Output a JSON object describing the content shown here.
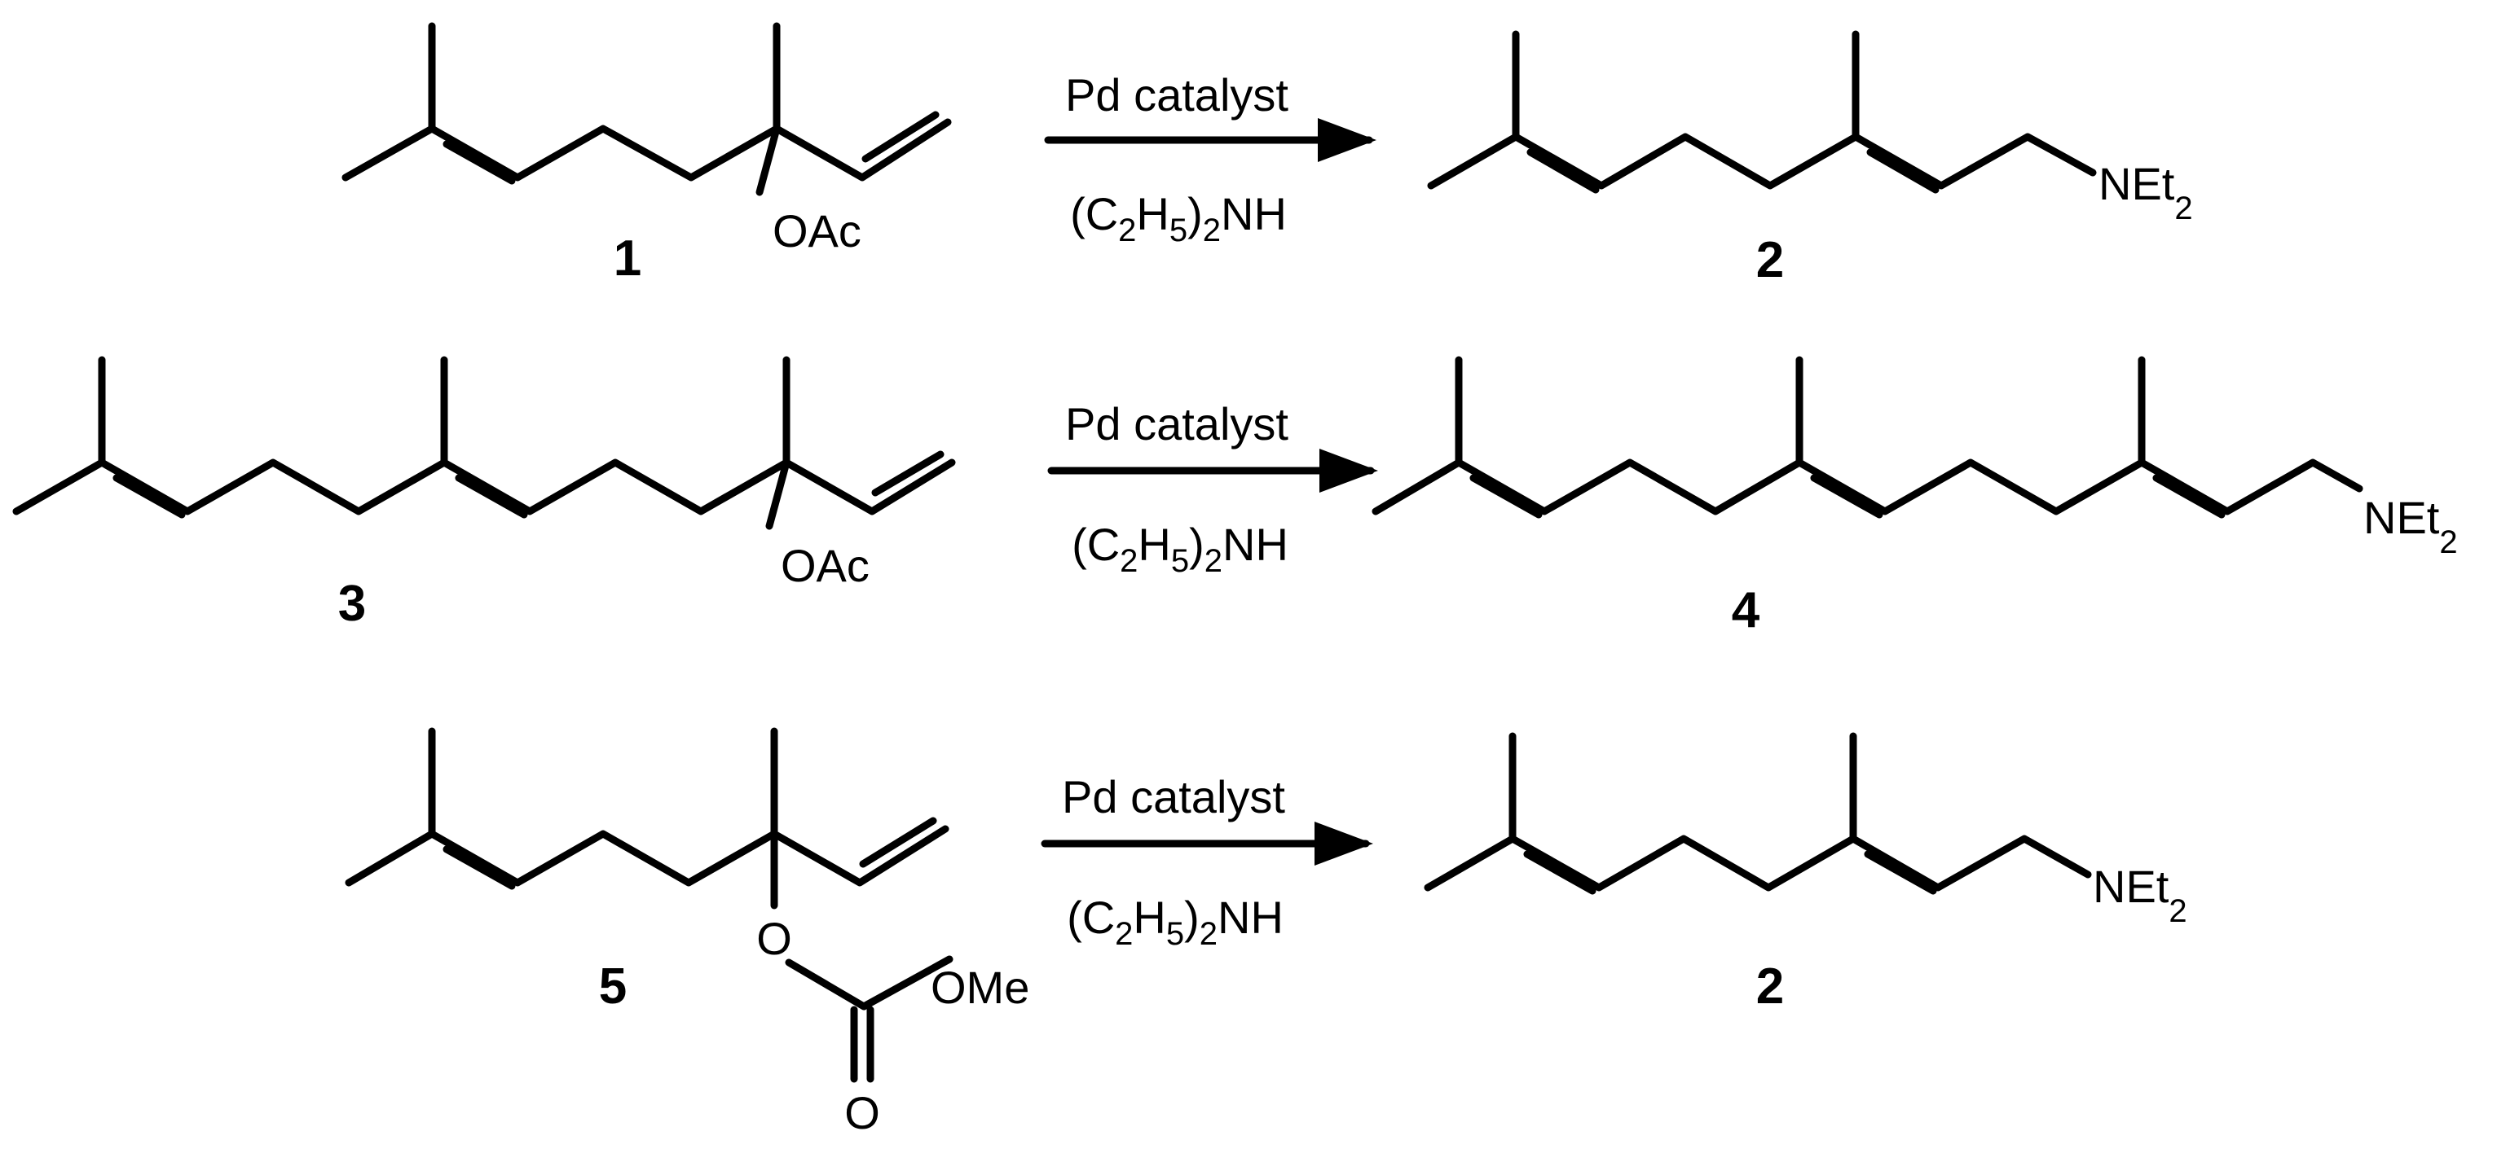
{
  "reactions": [
    {
      "reactant": {
        "number": "1",
        "group": "OAc"
      },
      "conditions": {
        "reagent": "Pd catalyst",
        "amine": {
          "open": "(C",
          "sub1": "2",
          "h": "H",
          "sub2": "5",
          "close": ")",
          "sub3": "2",
          "tail": "NH"
        }
      },
      "product": {
        "number": "2",
        "group": {
          "text": "NEt",
          "sub": "2"
        }
      }
    },
    {
      "reactant": {
        "number": "3",
        "group": "OAc"
      },
      "conditions": {
        "reagent": "Pd catalyst",
        "amine": {
          "open": "(C",
          "sub1": "2",
          "h": "H",
          "sub2": "5",
          "close": ")",
          "sub3": "2",
          "tail": "NH"
        }
      },
      "product": {
        "number": "4",
        "group": {
          "text": "NEt",
          "sub": "2"
        }
      }
    },
    {
      "reactant": {
        "number": "5",
        "ester_o": "O",
        "carbonyl_o": "O",
        "ome": "OMe"
      },
      "conditions": {
        "reagent": "Pd catalyst",
        "amine": {
          "open": "(C",
          "sub1": "2",
          "h": "H",
          "sub2": "5",
          "close": ")",
          "sub3": "2",
          "tail": "NH"
        }
      },
      "product": {
        "number": "2",
        "group": {
          "text": "NEt",
          "sub": "2"
        }
      }
    }
  ],
  "colors": {
    "ink": "#000000",
    "background": "#ffffff"
  }
}
